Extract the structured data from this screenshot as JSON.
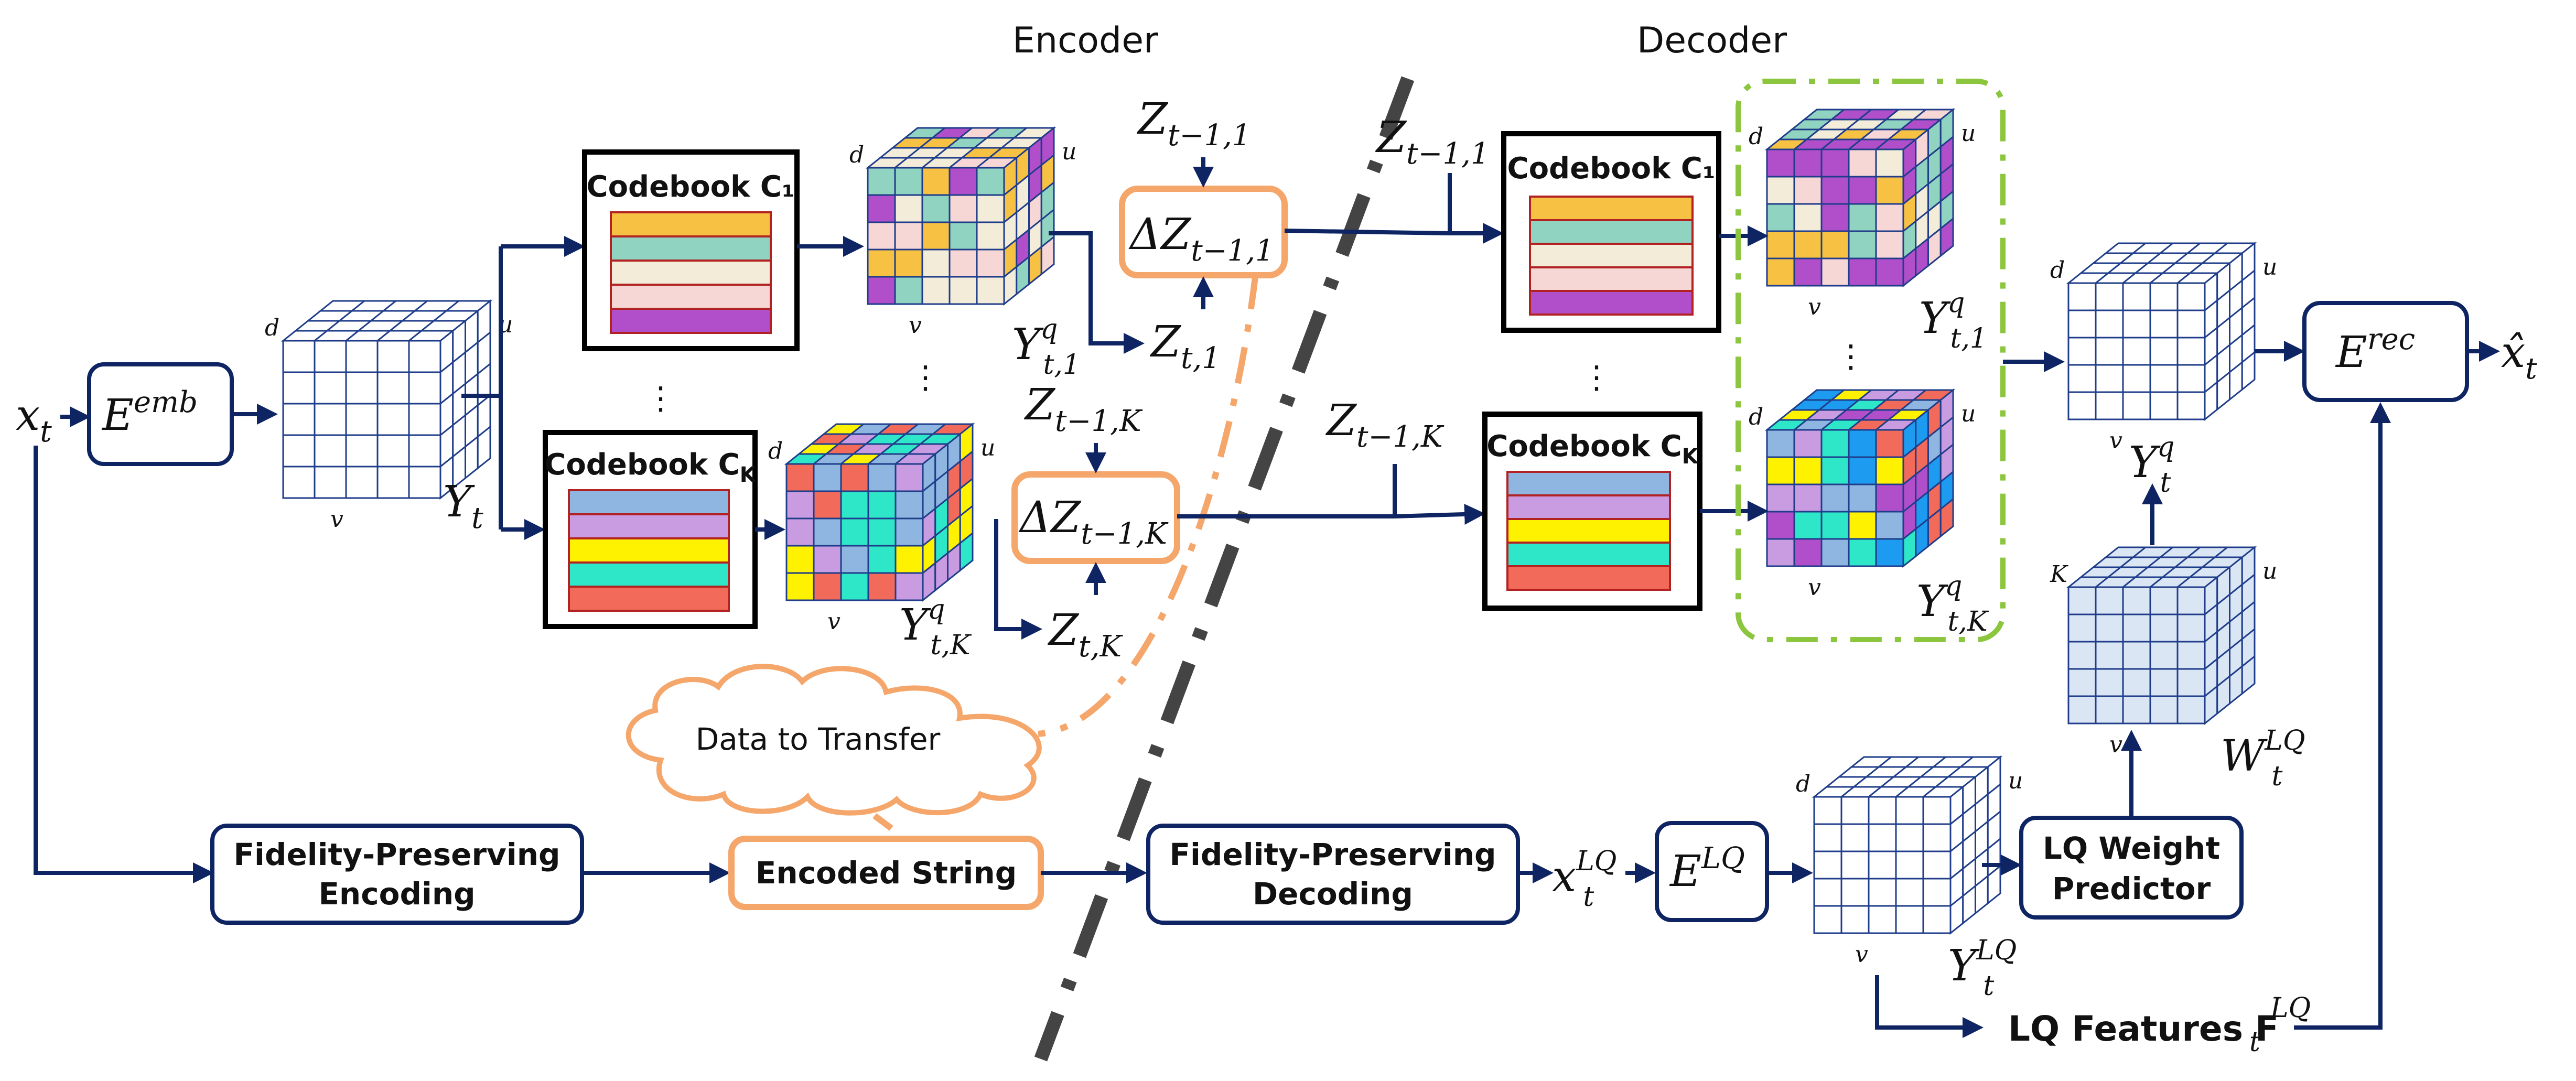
{
  "headers": {
    "encoder": "Encoder",
    "decoder": "Decoder"
  },
  "colors": {
    "arrow": "#0e2463",
    "orange": "#f5a66b",
    "green_dash": "#8cc63f",
    "grid_line": "#1f3d8a",
    "weight_cube": "#dbe6f5"
  },
  "inputs": {
    "x_t": "x",
    "x_t_sub": "t",
    "x_hat": "x̂",
    "x_hat_sub": "t"
  },
  "embedder": {
    "E": "E",
    "sup": "emb"
  },
  "y_t": {
    "base": "Y",
    "sub": "t"
  },
  "codebooks": {
    "c1_enc": "Codebook C₁",
    "ck_enc": "Codebook C",
    "ck_sub": "K",
    "c1_dec": "Codebook C₁",
    "ck_dec": "Codebook C"
  },
  "palettes": {
    "c1": [
      "#f7c244",
      "#8fd3c0",
      "#f3ecd9",
      "#f7d6d6",
      "#b04fc9"
    ],
    "ck": [
      "#8eb6e0",
      "#c99be0",
      "#fff200",
      "#2ee6c8",
      "#f26a5a"
    ]
  },
  "cube_labels": {
    "d": "d",
    "u": "u",
    "v": "v",
    "K": "K"
  },
  "yq1_enc": {
    "base": "Y",
    "sup": "q",
    "sub": "t,1"
  },
  "yqk_enc": {
    "base": "Y",
    "sup": "q",
    "sub": "t,K"
  },
  "z_labels": {
    "z_t1": "Z",
    "z_t1_sub": "t,1",
    "z_tk": "Z",
    "z_tk_sub": "t,K",
    "z_prev1": "Z",
    "z_prev1_sub": "t−1,1",
    "z_prevk": "Z",
    "z_prevk_sub": "t−1,K"
  },
  "delta": {
    "d1": "ΔZ",
    "d1_sub": "t−1,1",
    "dk": "ΔZ",
    "dk_sub": "t−1,K"
  },
  "dots": "⋮",
  "cloud": "Data to Transfer",
  "pipeline": {
    "fp_enc_1": "Fidelity-Preserving",
    "fp_enc_2": "Encoding",
    "encoded": "Encoded String",
    "fp_dec_1": "Fidelity-Preserving",
    "fp_dec_2": "Decoding",
    "xlq": "x",
    "xlq_sub": "t",
    "xlq_sup": "LQ",
    "elq": "E",
    "elq_sup": "LQ",
    "ylq": "Y",
    "ylq_sub": "t",
    "ylq_sup": "LQ",
    "predictor_1": "LQ Weight",
    "predictor_2": "Predictor",
    "wlq": "W",
    "wlq_sub": "t",
    "wlq_sup": "LQ",
    "features": "LQ Features F",
    "features_sub": "t",
    "features_sup": "LQ"
  },
  "decoder_out": {
    "yq1": "Y",
    "yq1_sup": "q",
    "yq1_sub": "t,1",
    "yqk": "Y",
    "yqk_sup": "q",
    "yqk_sub": "t,K",
    "yq": "Y",
    "yq_sup": "q",
    "yq_sub": "t"
  },
  "erec": {
    "E": "E",
    "sup": "rec"
  }
}
